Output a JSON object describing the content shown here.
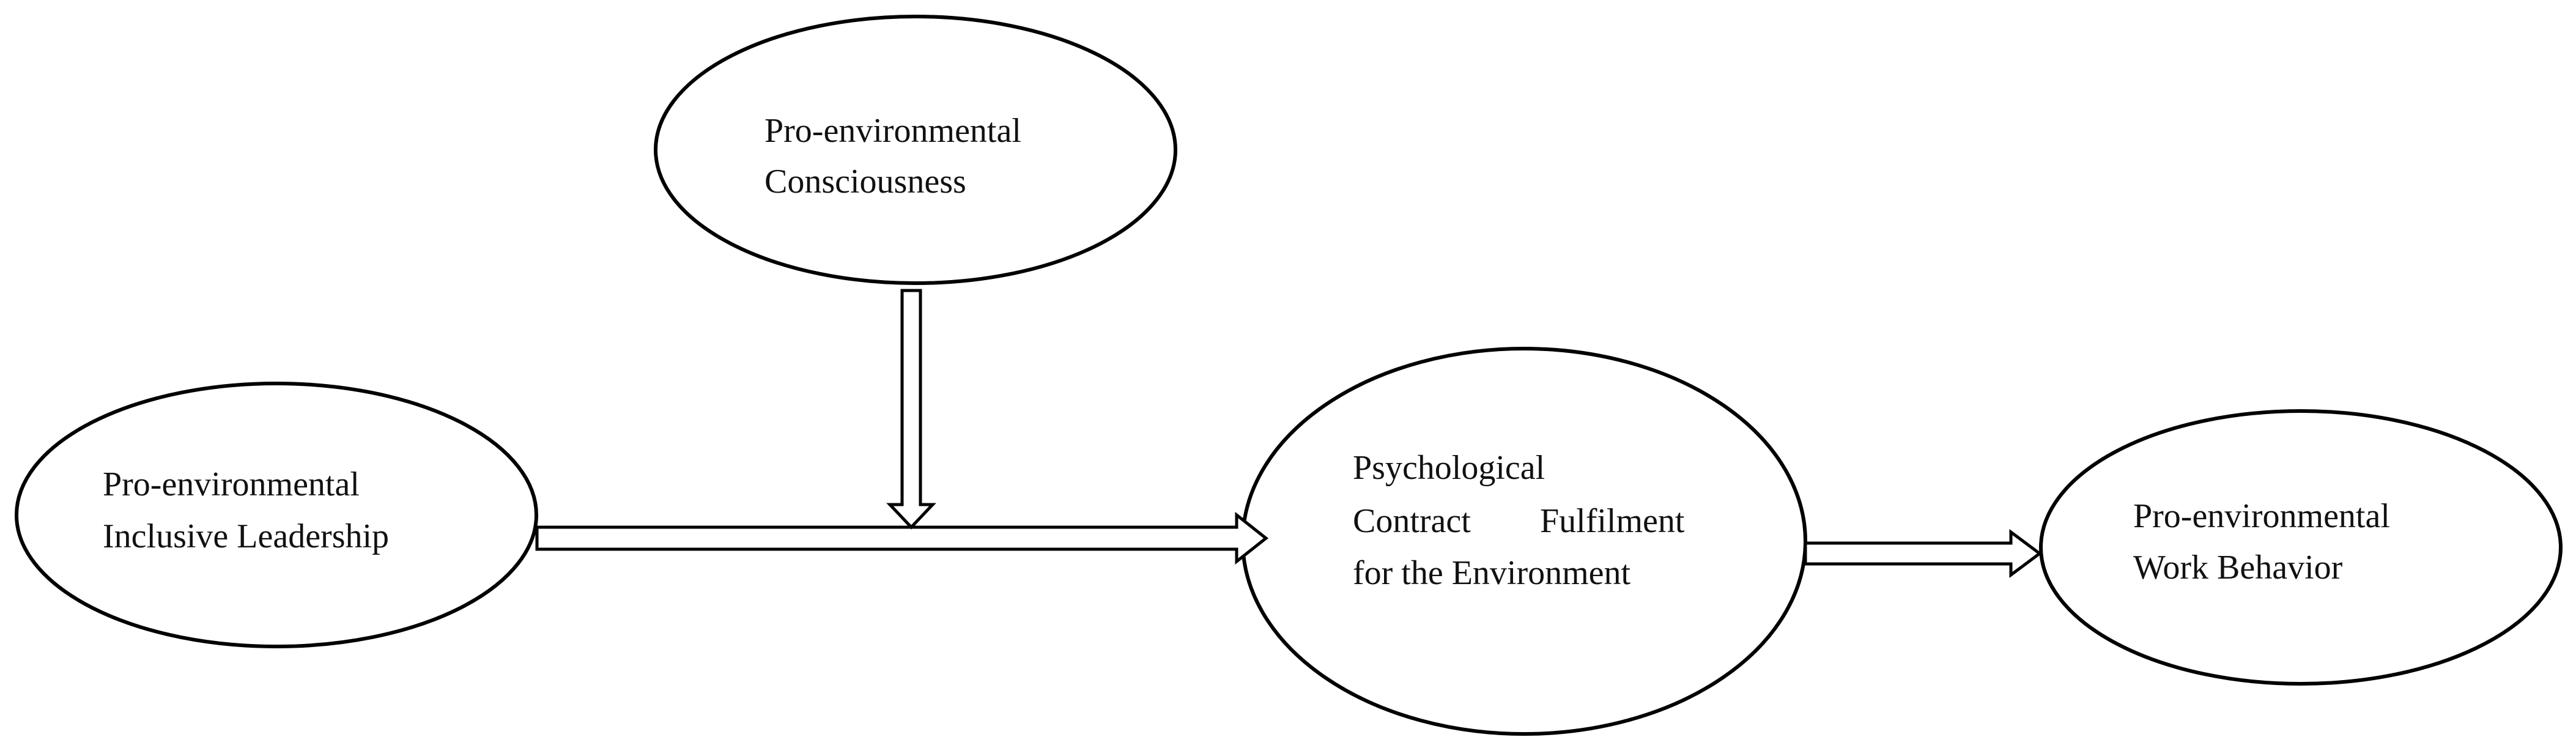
{
  "diagram": {
    "nodes": {
      "consciousness": {
        "lines": [
          "Pro-environmental",
          "Consciousness"
        ]
      },
      "leadership": {
        "lines": [
          "Pro-environmental",
          "Inclusive Leadership"
        ]
      },
      "contract": {
        "lines": [
          "Psychological",
          "Contract",
          "Fulfilment",
          "for the Environment"
        ]
      },
      "behavior": {
        "lines": [
          "Pro-environmental",
          "Work Behavior"
        ]
      }
    },
    "edges": [
      {
        "from": "leadership",
        "to": "contract"
      },
      {
        "from": "contract",
        "to": "behavior"
      },
      {
        "from": "consciousness",
        "to": "leadership-contract-path"
      }
    ]
  }
}
